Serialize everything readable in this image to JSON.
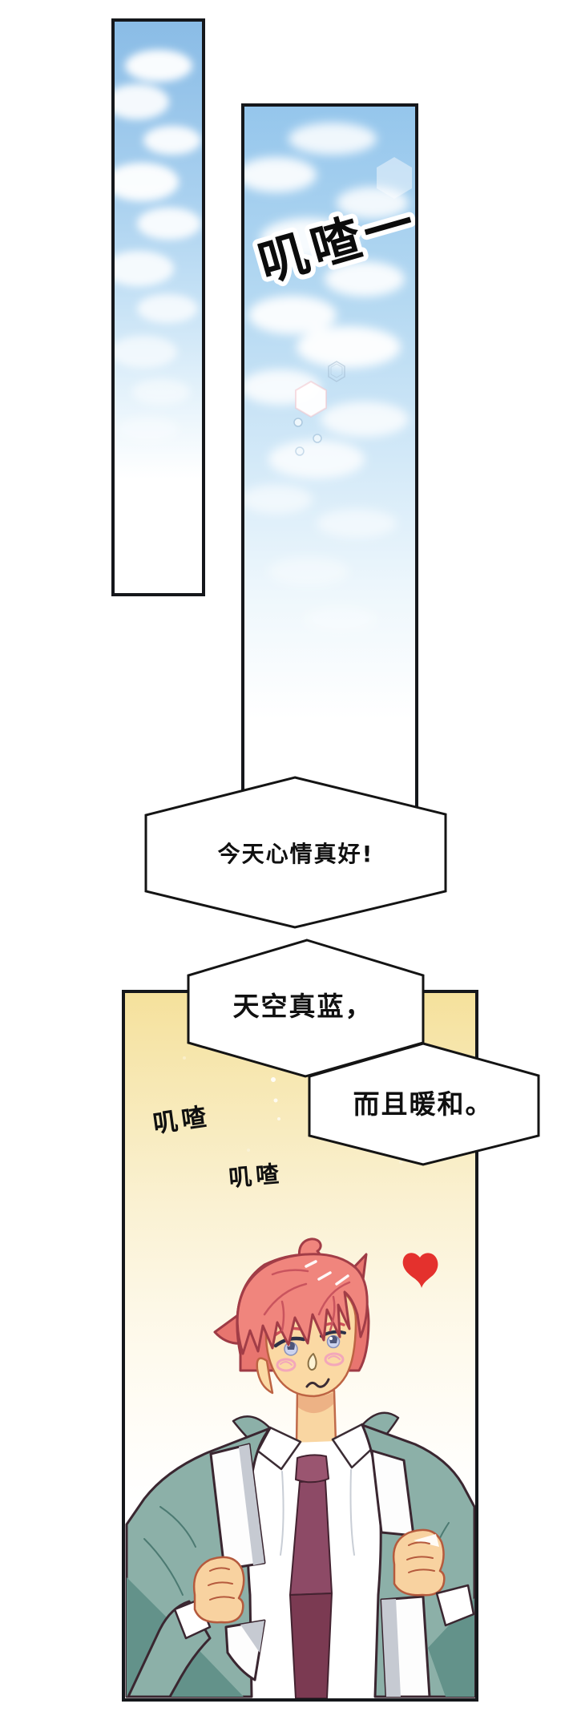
{
  "comic": {
    "sky_panel_sfx": "叽喳一",
    "bubbles": [
      {
        "text": "今天心情真好!"
      },
      {
        "text": "天空真蓝，"
      },
      {
        "text": "而且暖和。"
      }
    ],
    "scene_sfx": [
      "叽喳",
      "叽喳"
    ],
    "colors": {
      "panel_border": "#15171b",
      "sky_blue_top": "#95c6ec",
      "scene_yellow": "#f5e2a0",
      "hair_pink": "#f0857d",
      "jacket_teal": "#8cb0a8",
      "tie_maroon": "#8d4a66",
      "heart_red": "#e4312d",
      "skin": "#fbd9a4"
    }
  }
}
